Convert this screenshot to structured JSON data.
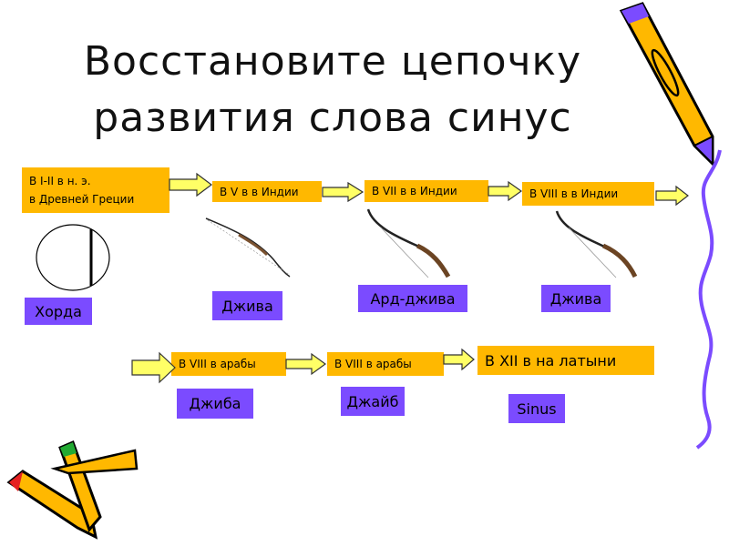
{
  "title": {
    "line1": "Восстановите цепочку",
    "line2": "развития слова синус"
  },
  "row1": [
    {
      "period_line1": "В I-II в н. э.",
      "period_line2": "в Древней Греции",
      "word": "Хорда"
    },
    {
      "period": "В V в в Индии",
      "word": "Джива"
    },
    {
      "period": "В VII в в Индии",
      "word": "Ард-джива"
    },
    {
      "period": "В VIII в в Индии",
      "word": "Джива"
    }
  ],
  "row2": [
    {
      "period": "В VIII в арабы",
      "word": "Джиба"
    },
    {
      "period": "В VIII в арабы",
      "word": "Джайб"
    },
    {
      "period": "В XII в на латыни",
      "word": "Sinus"
    }
  ],
  "colors": {
    "period_box": "#FFB800",
    "word_box": "#7B4BFF",
    "arrow": "#FFFF66"
  }
}
